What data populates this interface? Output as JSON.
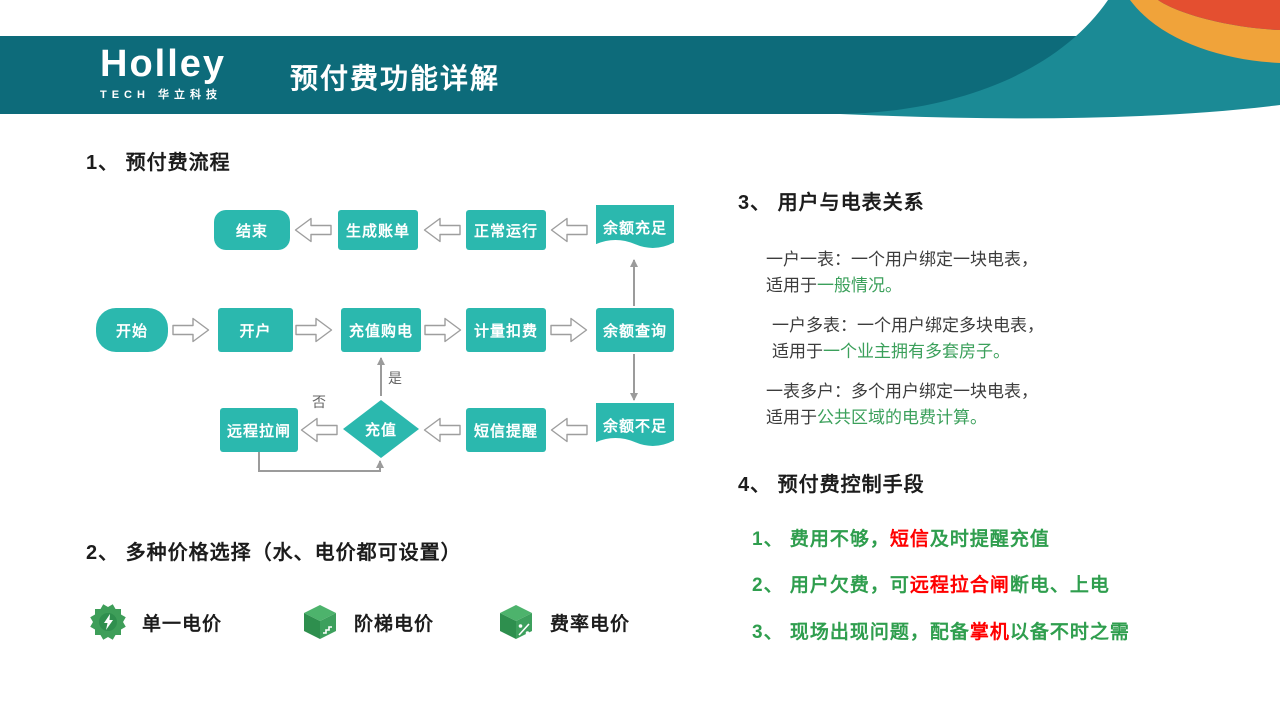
{
  "header": {
    "logo_name": "Holley",
    "logo_sub": "TECH 华立科技",
    "title": "预付费功能详解"
  },
  "sections": {
    "s1_heading": "1、 预付费流程",
    "s2_heading": "2、 多种价格选择（水、电价都可设置）",
    "s3_heading": "3、 用户与电表关系",
    "s4_heading": "4、 预付费控制手段"
  },
  "flow": {
    "nodes": {
      "end": "结束",
      "bill": "生成账单",
      "normal": "正常运行",
      "sufficient": "余额充足",
      "start": "开始",
      "open": "开户",
      "recharge_buy": "充值购电",
      "metering": "计量扣费",
      "balance_query": "余额查询",
      "remote_trip": "远程拉闸",
      "recharge": "充值",
      "sms": "短信提醒",
      "insufficient": "余额不足"
    },
    "labels": {
      "yes": "是",
      "no": "否"
    }
  },
  "pricing": {
    "items": [
      {
        "label": "单一电价"
      },
      {
        "label": "阶梯电价"
      },
      {
        "label": "费率电价"
      }
    ]
  },
  "relations": {
    "items": [
      {
        "text": "一户一表：一个用户绑定一块电表，适用于",
        "highlight": "一般情况。"
      },
      {
        "text": "一户多表：一个用户绑定多块电表，适用于",
        "highlight": "一个业主拥有多套房子。"
      },
      {
        "text": "一表多户：多个用户绑定一块电表，适用于",
        "highlight": "公共区域的电费计算。"
      }
    ]
  },
  "controls": {
    "items": [
      {
        "pre": "1、 费用不够，",
        "red": "短信",
        "post": "及时提醒充值"
      },
      {
        "pre": "2、 用户欠费，可",
        "red": "远程拉合闸",
        "post": "断电、上电"
      },
      {
        "pre": "3、 现场出现问题，配备",
        "red": "掌机",
        "post": "以备不时之需"
      }
    ]
  },
  "colors": {
    "band_teal": "#0d6b7a",
    "sweep_teal": "#1b8a95",
    "node_teal": "#2bb8ae",
    "accent_green": "#2f9e4e",
    "highlight_green": "#3ba05b",
    "alert_red": "#ff0000",
    "swoosh_orange": "#f0a33a",
    "swoosh_red": "#e44f30"
  }
}
